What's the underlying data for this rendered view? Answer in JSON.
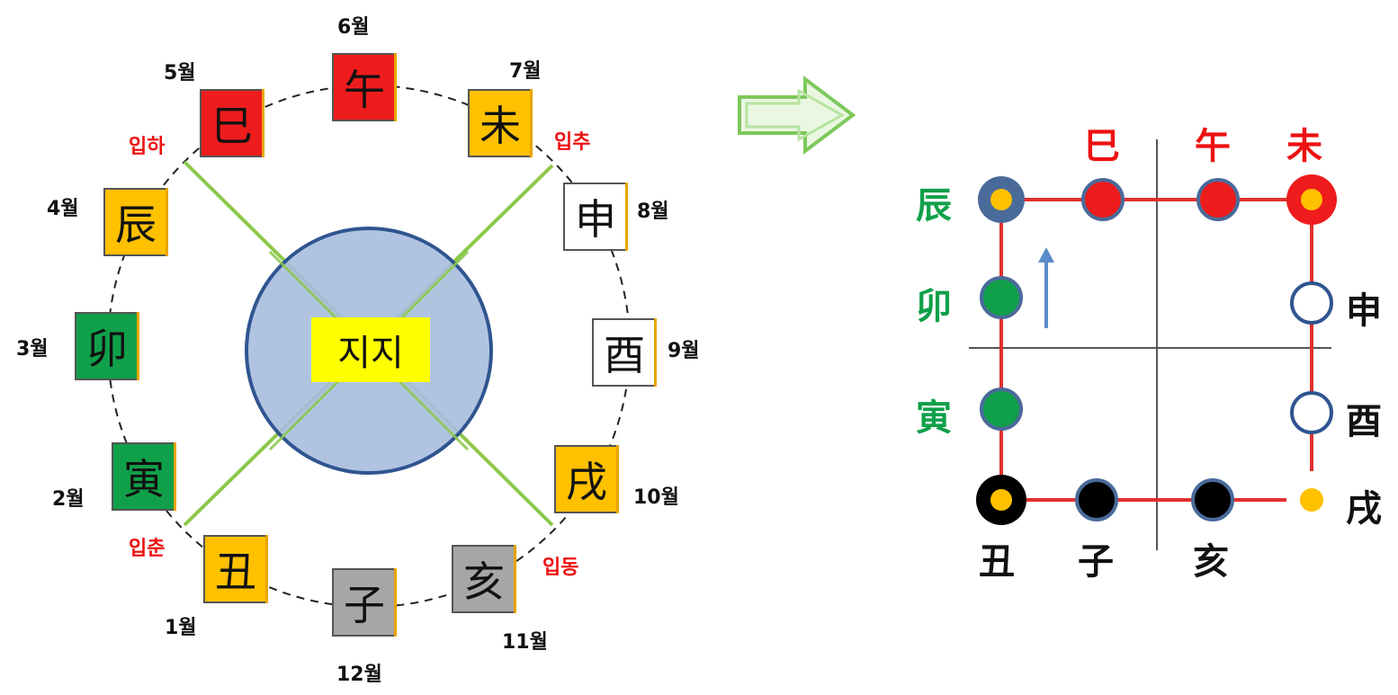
{
  "center_label": "지지",
  "branches": [
    {
      "id": "o",
      "char": "午",
      "month": "6월",
      "color": "#ee1c1c"
    },
    {
      "id": "mi",
      "char": "未",
      "month": "7월",
      "color": "#ffc000"
    },
    {
      "id": "sin",
      "char": "申",
      "month": "8월",
      "color": "#ffffff"
    },
    {
      "id": "yu",
      "char": "酉",
      "month": "9월",
      "color": "#ffffff"
    },
    {
      "id": "sul",
      "char": "戌",
      "month": "10월",
      "color": "#ffc000"
    },
    {
      "id": "hae",
      "char": "亥",
      "month": "11월",
      "color": "#a6a6a6"
    },
    {
      "id": "ja",
      "char": "子",
      "month": "12월",
      "color": "#a6a6a6"
    },
    {
      "id": "chuk",
      "char": "丑",
      "month": "1월",
      "color": "#ffc000"
    },
    {
      "id": "in",
      "char": "寅",
      "month": "2월",
      "color": "#10a04a"
    },
    {
      "id": "myo",
      "char": "卯",
      "month": "3월",
      "color": "#10a04a"
    },
    {
      "id": "jin",
      "char": "辰",
      "month": "4월",
      "color": "#ffc000"
    },
    {
      "id": "sa",
      "char": "巳",
      "month": "5월",
      "color": "#ee1c1c"
    }
  ],
  "seasons": {
    "summer": "입하",
    "autumn": "입추",
    "winter": "입동",
    "spring": "입춘"
  },
  "arrow_icon": "right-arrow-icon",
  "right_diagram": {
    "top": [
      "巳",
      "午",
      "未"
    ],
    "left": [
      "辰",
      "卯",
      "寅"
    ],
    "right": [
      "申",
      "酉",
      "戌"
    ],
    "bottom": [
      "丑",
      "子",
      "亥"
    ],
    "colors": {
      "red": "#ee1c1c",
      "green": "#10a04a",
      "orange": "#ffc000",
      "navy": "#4a6a9a",
      "black": "#000000",
      "line": "#e03030",
      "arrow": "#5b8cc8"
    }
  }
}
